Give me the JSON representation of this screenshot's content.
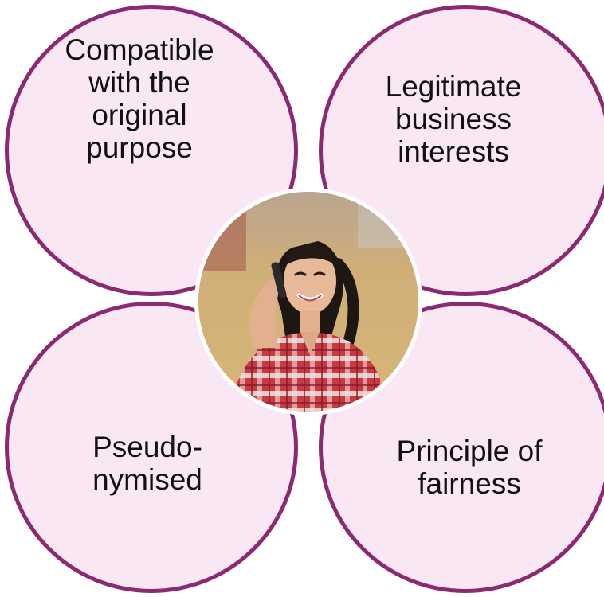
{
  "diagram": {
    "circles": [
      {
        "label": "Compatible\nwith the\noriginal\npurpose"
      },
      {
        "label": "Legitimate\nbusiness\ninterests"
      },
      {
        "label": "Pseudo-\nnymised"
      },
      {
        "label": "Principle of\nfairness"
      }
    ]
  }
}
